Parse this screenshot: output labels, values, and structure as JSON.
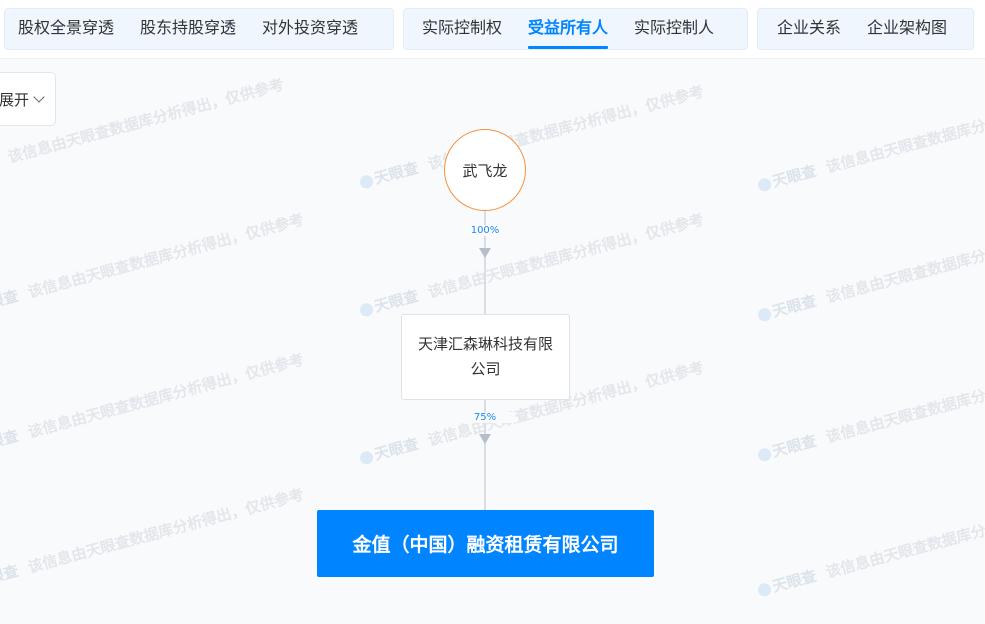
{
  "tabs": {
    "group1": [
      {
        "label": "股权全景穿透",
        "active": false
      },
      {
        "label": "股东持股穿透",
        "active": false
      },
      {
        "label": "对外投资穿透",
        "active": false
      }
    ],
    "group2": [
      {
        "label": "实际控制权",
        "active": false
      },
      {
        "label": "受益所有人",
        "active": true
      },
      {
        "label": "实际控制人",
        "active": false
      }
    ],
    "group3": [
      {
        "label": "企业关系",
        "active": false
      },
      {
        "label": "企业架构图",
        "active": false
      }
    ]
  },
  "toolbar": {
    "expand_label": "展开"
  },
  "graph": {
    "person": {
      "name": "武飞龙",
      "border_color": "#f7913a"
    },
    "edge1": {
      "percent": "100%"
    },
    "intermediate": {
      "name": "天津汇森琳科技有限公司"
    },
    "edge2": {
      "percent": "75%"
    },
    "target": {
      "name": "金值（中国）融资租赁有限公司",
      "bg_color": "#0084ff"
    }
  },
  "watermark": {
    "brand": "天眼查",
    "text": "该信息由天眼查数据库分析得出，仅供参考"
  },
  "colors": {
    "accent": "#0084ff",
    "percent_text": "#1e87f0",
    "person_border": "#f7913a",
    "tab_group_bg": "#eff6fd",
    "canvas_bg": "#f9fafc"
  }
}
